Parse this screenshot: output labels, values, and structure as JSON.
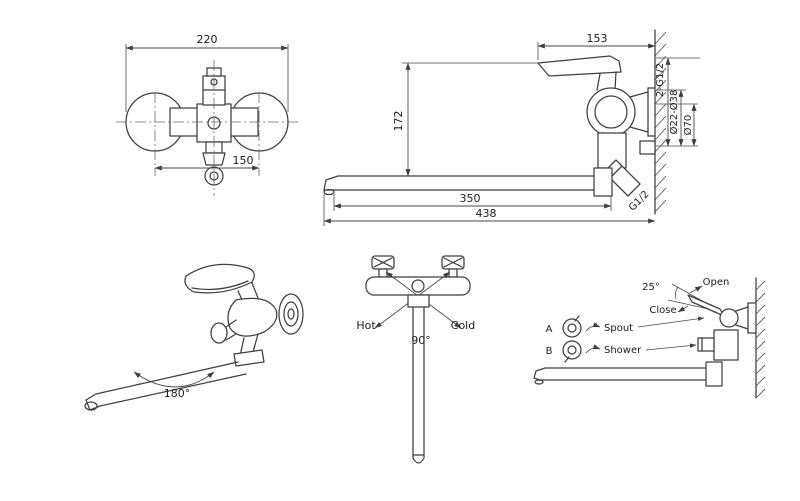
{
  "colors": {
    "background": "#ffffff",
    "line": "#3f3f3f"
  },
  "front_view": {
    "dim_width": "220",
    "dim_handle_centers": "150"
  },
  "side_view": {
    "dim_wall_to_handle": "153",
    "dim_height": "172",
    "dim_spout_length": "350",
    "dim_total_reach": "438",
    "label_inlet_threads": "2-G1/2",
    "label_adjust_range": "Ø22-Ø38",
    "label_escutcheon_dia": "Ø70",
    "label_shower_thread": "G1/2"
  },
  "iso_view": {
    "label_spout_swivel": "180°"
  },
  "top_view": {
    "label_hot": "Hot",
    "label_cold": "Cold",
    "label_handle_swivel": "90°"
  },
  "control_view": {
    "label_lever_angle": "25°",
    "label_open": "Open",
    "label_close": "Close",
    "label_position_a": "A",
    "label_position_b": "B",
    "label_spout_mode": "Spout",
    "label_shower_mode": "Shower"
  }
}
